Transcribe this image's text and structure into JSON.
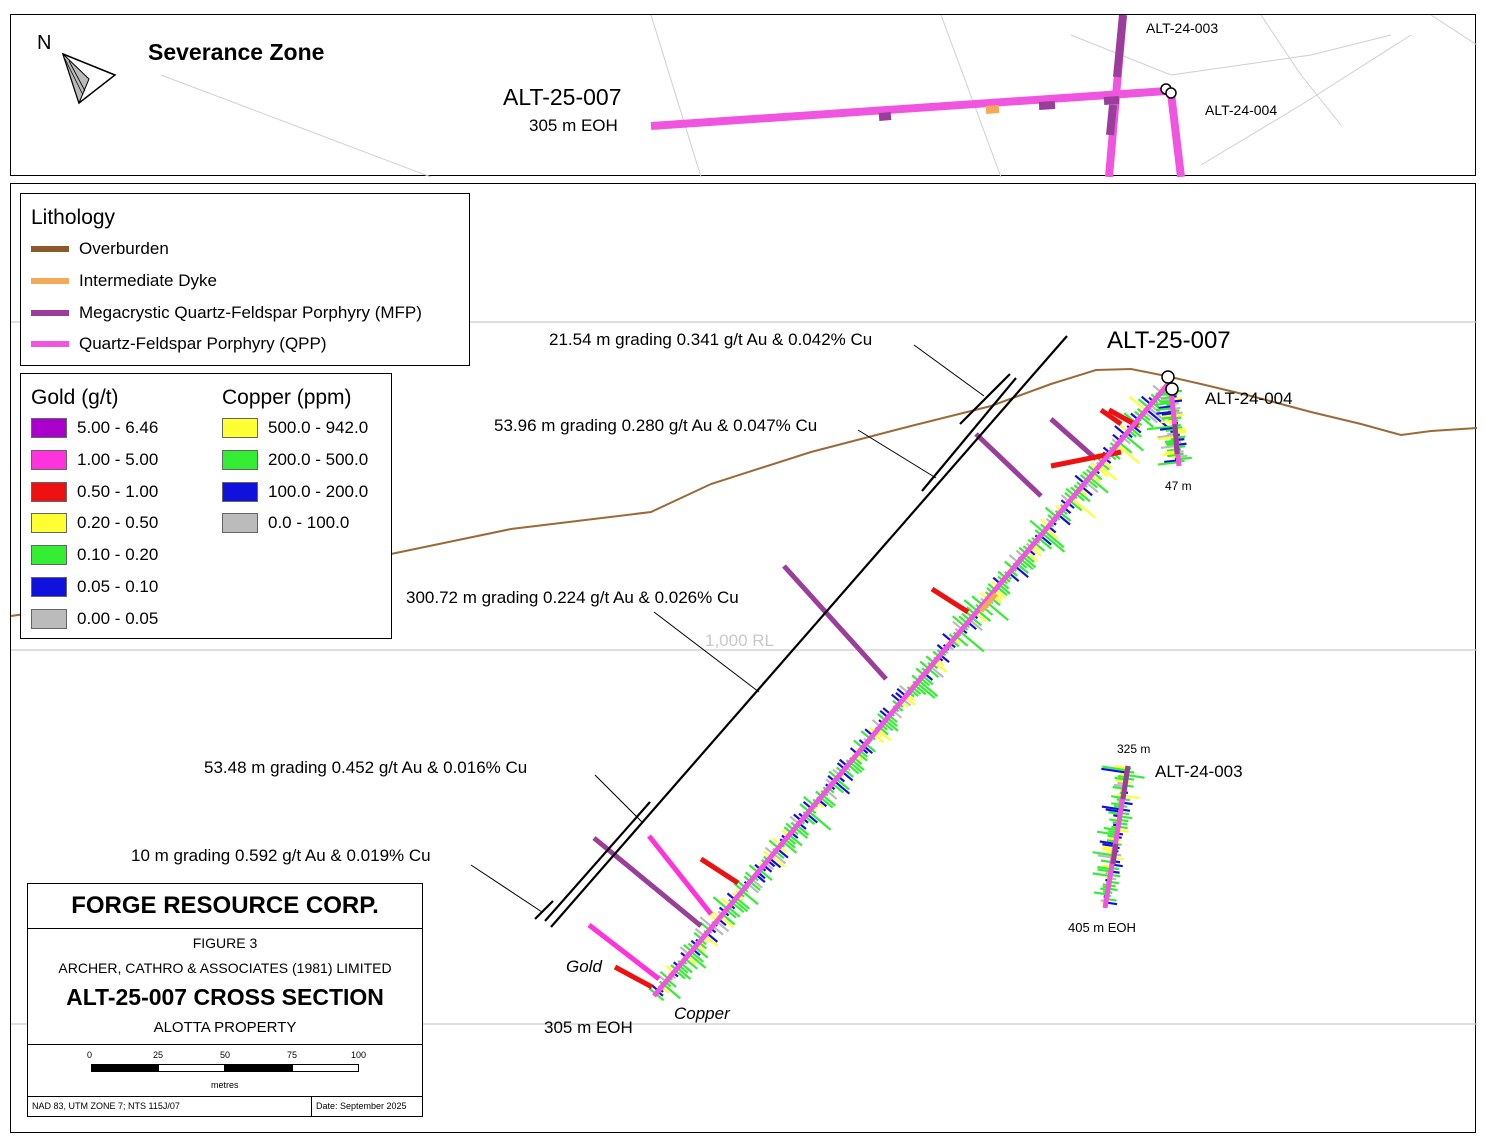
{
  "inset": {
    "title": "Severance Zone",
    "north_label": "N",
    "hole_main": "ALT-25-007",
    "hole_main_depth": "305 m EOH",
    "hole_003": "ALT-24-003",
    "hole_004": "ALT-24-004"
  },
  "section": {
    "hole_main": "ALT-25-007",
    "hole_004": "ALT-24-004",
    "hole_004_depth": "47 m",
    "hole_003": "ALT-24-003",
    "hole_003_top": "325 m",
    "hole_003_depth": "405 m EOH",
    "main_depth": "305 m EOH",
    "rl_label": "1,000 RL",
    "gold_label": "Gold",
    "copper_label": "Copper",
    "intervals": [
      "21.54 m grading 0.341 g/t Au & 0.042% Cu",
      "53.96 m grading 0.280 g/t Au & 0.047% Cu",
      "300.72 m grading 0.224 g/t Au & 0.026% Cu",
      "53.48 m grading 0.452 g/t Au & 0.016% Cu",
      "10 m grading 0.592 g/t Au & 0.019% Cu"
    ]
  },
  "lithology": {
    "title": "Lithology",
    "items": [
      {
        "label": "Overburden",
        "color": "#8B5A2B"
      },
      {
        "label": "Intermediate Dyke",
        "color": "#F4A95A"
      },
      {
        "label": "Megacrystic Quartz-Feldspar Porphyry (MFP)",
        "color": "#9B3E9B"
      },
      {
        "label": "Quartz-Feldspar Porphyry (QPP)",
        "color": "#F055E0"
      }
    ]
  },
  "grades": {
    "gold_title": "Gold (g/t)",
    "gold": [
      {
        "label": "5.00 - 6.46",
        "color": "#AA00CC"
      },
      {
        "label": "1.00 - 5.00",
        "color": "#FF33DD"
      },
      {
        "label": "0.50 - 1.00",
        "color": "#EE1111"
      },
      {
        "label": "0.20 - 0.50",
        "color": "#FFFF33"
      },
      {
        "label": "0.10 - 0.20",
        "color": "#33EE33"
      },
      {
        "label": "0.05 - 0.10",
        "color": "#1111DD"
      },
      {
        "label": "0.00 - 0.05",
        "color": "#BBBBBB"
      }
    ],
    "copper_title": "Copper (ppm)",
    "copper": [
      {
        "label": "500.0 - 942.0",
        "color": "#FFFF33"
      },
      {
        "label": "200.0 - 500.0",
        "color": "#33EE33"
      },
      {
        "label": "100.0 - 200.0",
        "color": "#1111DD"
      },
      {
        "label": "0.0 - 100.0",
        "color": "#BBBBBB"
      }
    ]
  },
  "titleblock": {
    "company": "FORGE RESOURCE CORP.",
    "figure": "FIGURE 3",
    "consultant": "ARCHER, CATHRO & ASSOCIATES (1981) LIMITED",
    "title": "ALT-25-007 CROSS SECTION",
    "property": "ALOTTA PROPERTY",
    "scale_ticks": [
      "0",
      "25",
      "50",
      "75",
      "100"
    ],
    "scale_unit": "metres",
    "datum": "NAD 83, UTM ZONE 7; NTS 115J/07",
    "date": "Date: September 2025"
  }
}
